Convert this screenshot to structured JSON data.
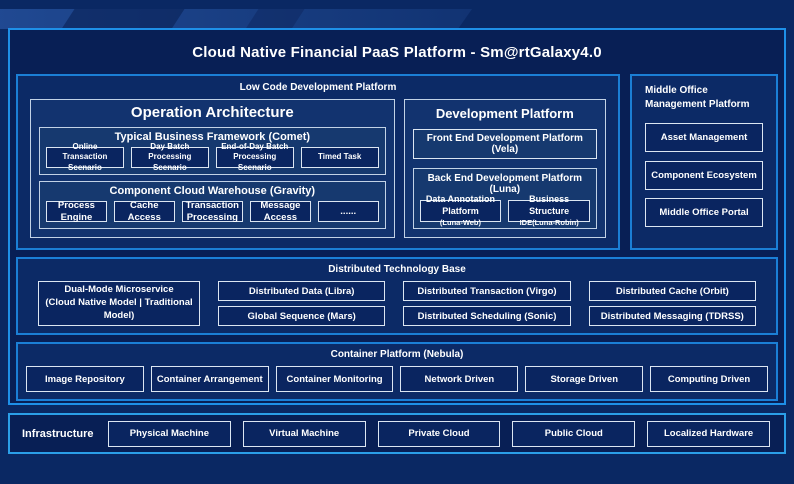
{
  "page": {
    "title": "Cloud Native Financial PaaS Platform - Sm@rtGalaxy4.0"
  },
  "low_code": {
    "label": "Low Code Development Platform",
    "operation_architecture": {
      "title": "Operation Architecture",
      "typical_business_framework": {
        "title": "Typical Business Framework (Comet)",
        "items": [
          "Online Transaction Scenario",
          "Day Batch Processing Scenario",
          "End-of-Day Batch Processing Scenario",
          "Timed Task"
        ]
      },
      "component_cloud_warehouse": {
        "title": "Component Cloud Warehouse (Gravity)",
        "items": [
          "Process Engine",
          "Cache Access",
          "Transaction Processing",
          "Message Access",
          "......"
        ]
      }
    },
    "development_platform": {
      "title": "Development Platform",
      "front_end": {
        "label": "Front End Development Platform (Vela)"
      },
      "back_end": {
        "title": "Back End Development Platform (Luna)",
        "items": [
          {
            "title": "Data Annotation Platform",
            "sub": "(Luna-Web)"
          },
          {
            "title": "Business Structure",
            "sub": "IDE(Luna-Robin)"
          }
        ]
      }
    }
  },
  "middle_office": {
    "label": "Middle Office Management Platform",
    "items": [
      "Asset Management",
      "Component Ecosystem",
      "Middle Office Portal"
    ]
  },
  "distributed_base": {
    "label": "Distributed Technology Base",
    "dual_mode": {
      "line1": "Dual-Mode Microservice",
      "line2": "(Cloud Native Model | Traditional Model)"
    },
    "items": [
      "Distributed Data (Libra)",
      "Distributed Transaction (Virgo)",
      "Distributed Cache (Orbit)",
      "Global Sequence (Mars)",
      "Distributed Scheduling (Sonic)",
      "Distributed Messaging (TDRSS)"
    ]
  },
  "container_platform": {
    "label": "Container Platform (Nebula)",
    "items": [
      "Image Repository",
      "Container Arrangement",
      "Container Monitoring",
      "Network Driven",
      "Storage Driven",
      "Computing Driven"
    ]
  },
  "infrastructure": {
    "label": "Infrastructure",
    "items": [
      "Physical Machine",
      "Virtual Machine",
      "Private Cloud",
      "Public Cloud",
      "Localized Hardware"
    ]
  },
  "colors": {
    "background": "#0A2863",
    "frame_fill": "#081F55",
    "accent_border": "#1E90E8",
    "section_border": "#1B7FD6",
    "inner_border": "#DCE6F2"
  }
}
